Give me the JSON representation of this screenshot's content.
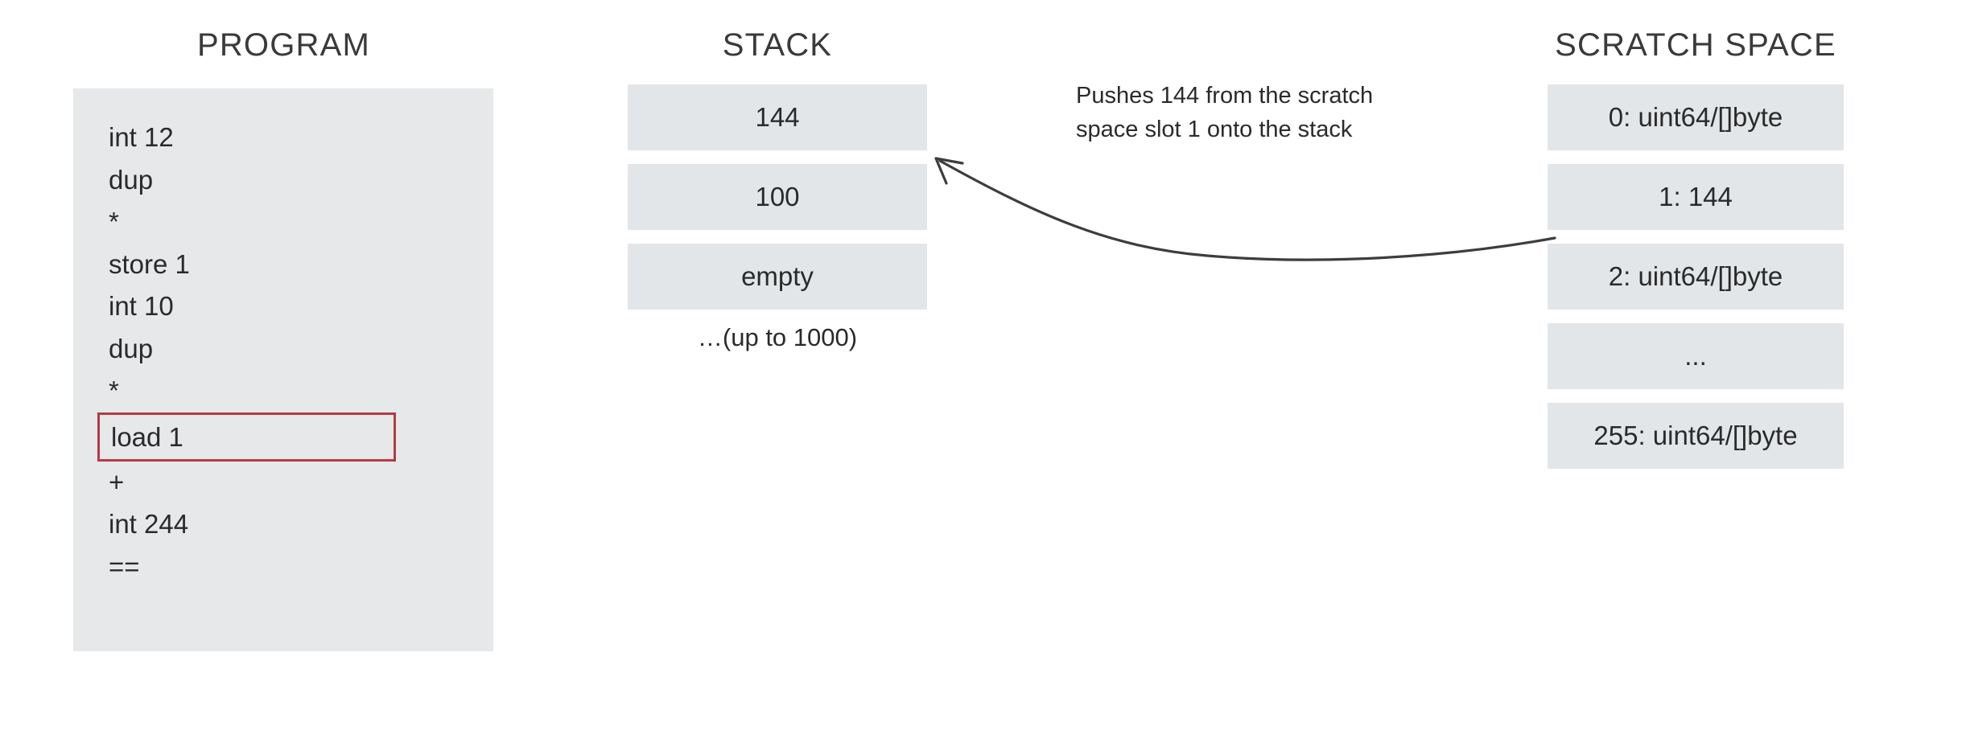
{
  "columns": {
    "program": {
      "title": "PROGRAM",
      "lines": [
        {
          "text": "int 12",
          "highlighted": false
        },
        {
          "text": "dup",
          "highlighted": false
        },
        {
          "text": "*",
          "highlighted": false
        },
        {
          "text": "store 1",
          "highlighted": false
        },
        {
          "text": "int 10",
          "highlighted": false
        },
        {
          "text": "dup",
          "highlighted": false
        },
        {
          "text": "*",
          "highlighted": false
        },
        {
          "text": "load 1",
          "highlighted": true
        },
        {
          "text": "+",
          "highlighted": false
        },
        {
          "text": "int 244",
          "highlighted": false
        },
        {
          "text": "==",
          "highlighted": false
        }
      ]
    },
    "stack": {
      "title": "STACK",
      "cells": [
        {
          "text": "144"
        },
        {
          "text": "100"
        },
        {
          "text": "empty"
        }
      ],
      "note": "…(up to 1000)"
    },
    "scratch_space": {
      "title": "SCRATCH SPACE",
      "cells": [
        {
          "text": "0: uint64/[]byte"
        },
        {
          "text": "1: 144"
        },
        {
          "text": "2: uint64/[]byte"
        },
        {
          "text": "..."
        },
        {
          "text": "255: uint64/[]byte"
        }
      ]
    }
  },
  "annotation": {
    "line1": "Pushes 144 from the scratch",
    "line2": "space slot 1 onto the stack"
  },
  "colors": {
    "panel_background": "#e6e8ea",
    "cell_background": "#e3e6e9",
    "highlight_border": "#b33a44",
    "text": "#2a2a2a",
    "arrow": "#3d3d3d",
    "page_background": "#ffffff"
  }
}
